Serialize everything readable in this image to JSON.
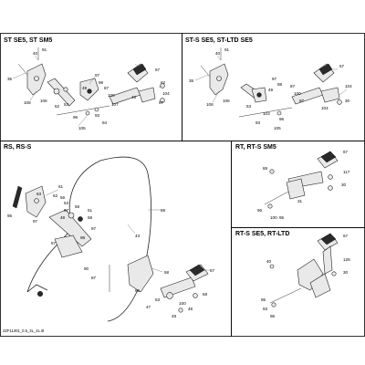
{
  "panels": {
    "st": {
      "title": "ST SE5, ST SM5"
    },
    "sts": {
      "title": "ST-S SE5, ST-LTD SE5"
    },
    "rs": {
      "title": "RS, RS-S"
    },
    "rt": {
      "title": "RT, RT-S SM5"
    },
    "rtse": {
      "title": "RT-S SE5, RT-LTD"
    }
  },
  "callouts": {
    "st": [
      "40",
      "91",
      "35",
      "108",
      "97",
      "98",
      "49",
      "87",
      "100",
      "62",
      "67",
      "52",
      "53",
      "106",
      "96",
      "93",
      "105",
      "104",
      "94",
      "107",
      "48",
      "97"
    ],
    "sts": [
      "40",
      "91",
      "35",
      "108",
      "97",
      "98",
      "49",
      "87",
      "100",
      "67",
      "53",
      "106",
      "96",
      "103",
      "105",
      "104",
      "104",
      "97",
      "93",
      "30"
    ],
    "rs": [
      "61",
      "63",
      "62",
      "56",
      "53",
      "58",
      "51",
      "59",
      "67",
      "48",
      "95",
      "97",
      "57",
      "98",
      "97",
      "88",
      "43",
      "90",
      "87",
      "67",
      "58",
      "58",
      "49",
      "66",
      "100",
      "53",
      "47",
      "48"
    ],
    "rt": [
      "67",
      "88",
      "117",
      "30",
      "96",
      "100",
      "95",
      "31"
    ],
    "rtse": [
      "67",
      "128",
      "40",
      "30",
      "95",
      "96",
      "93"
    ]
  },
  "figure_code": "2ZF11301_0.5_3L_4L.5l"
}
